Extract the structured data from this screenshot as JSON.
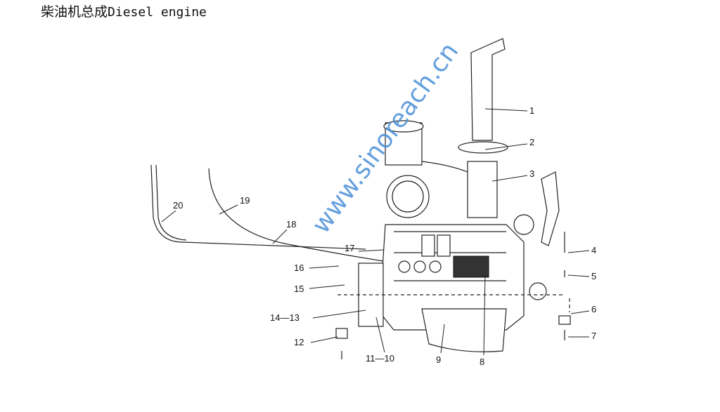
{
  "title": {
    "zh": "柴油机总成",
    "en": "Diesel engine"
  },
  "watermark": "www.sinoreach.cn",
  "callouts": [
    "1",
    "2",
    "3",
    "4",
    "5",
    "6",
    "7",
    "8",
    "9",
    "11—10",
    "12",
    "14—13",
    "15",
    "16",
    "17",
    "18",
    "19",
    "20"
  ],
  "colors": {
    "watermark": "#4a8fd8",
    "lines": "#222222"
  }
}
